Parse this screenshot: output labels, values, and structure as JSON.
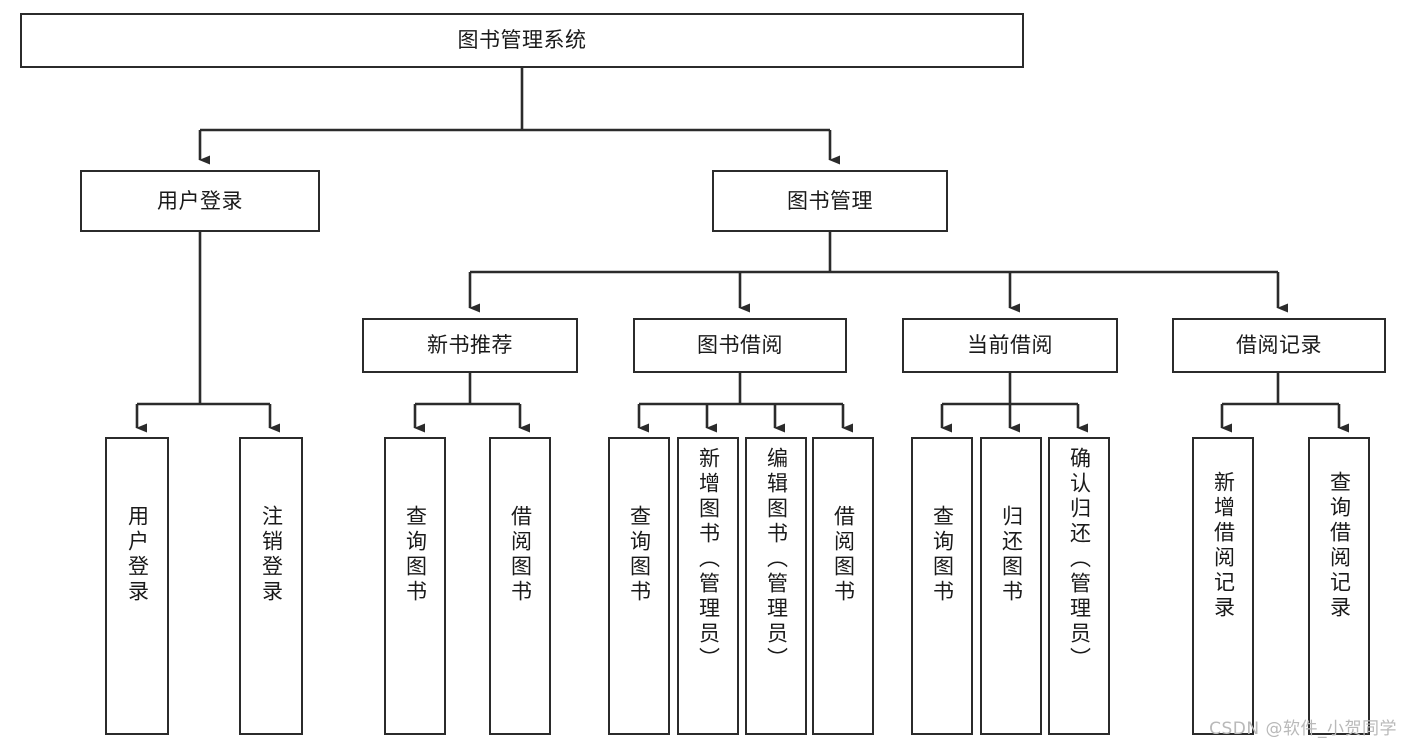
{
  "diagram": {
    "type": "tree-hierarchy",
    "title": "图书管理系统",
    "watermark": "CSDN @软件_小贺同学",
    "colors": {
      "box_border": "#2b2b2b",
      "box_fill": "#ffffff",
      "edge": "#2b2b2b",
      "text": "#1a1a1a",
      "watermark": "#b9b9b9"
    },
    "levels": {
      "root": {
        "label": "图书管理系统"
      },
      "level2": [
        {
          "id": "user-login",
          "label": "用户登录"
        },
        {
          "id": "book-manage",
          "label": "图书管理"
        }
      ],
      "level3": [
        {
          "id": "new-book-recommend",
          "label": "新书推荐"
        },
        {
          "id": "book-borrow",
          "label": "图书借阅"
        },
        {
          "id": "current-borrow",
          "label": "当前借阅"
        },
        {
          "id": "borrow-record",
          "label": "借阅记录"
        }
      ],
      "leaves": {
        "user-login": [
          {
            "id": "leaf-user-login",
            "label": "用户登录"
          },
          {
            "id": "leaf-logout-login",
            "label": "注销登录"
          }
        ],
        "new-book-recommend": [
          {
            "id": "leaf-query-book-1",
            "label": "查询图书"
          },
          {
            "id": "leaf-borrow-book-1",
            "label": "借阅图书"
          }
        ],
        "book-borrow": [
          {
            "id": "leaf-query-book-2",
            "label": "查询图书"
          },
          {
            "id": "leaf-add-book",
            "label": "新增图书（管理员）"
          },
          {
            "id": "leaf-edit-book",
            "label": "编辑图书（管理员）"
          },
          {
            "id": "leaf-borrow-book-2",
            "label": "借阅图书"
          }
        ],
        "current-borrow": [
          {
            "id": "leaf-query-book-3",
            "label": "查询图书"
          },
          {
            "id": "leaf-return-book",
            "label": "归还图书"
          },
          {
            "id": "leaf-confirm-return",
            "label": "确认归还（管理员）"
          }
        ],
        "borrow-record": [
          {
            "id": "leaf-add-record",
            "label": "新增借阅记录"
          },
          {
            "id": "leaf-query-record",
            "label": "查询借阅记录"
          }
        ]
      }
    }
  }
}
